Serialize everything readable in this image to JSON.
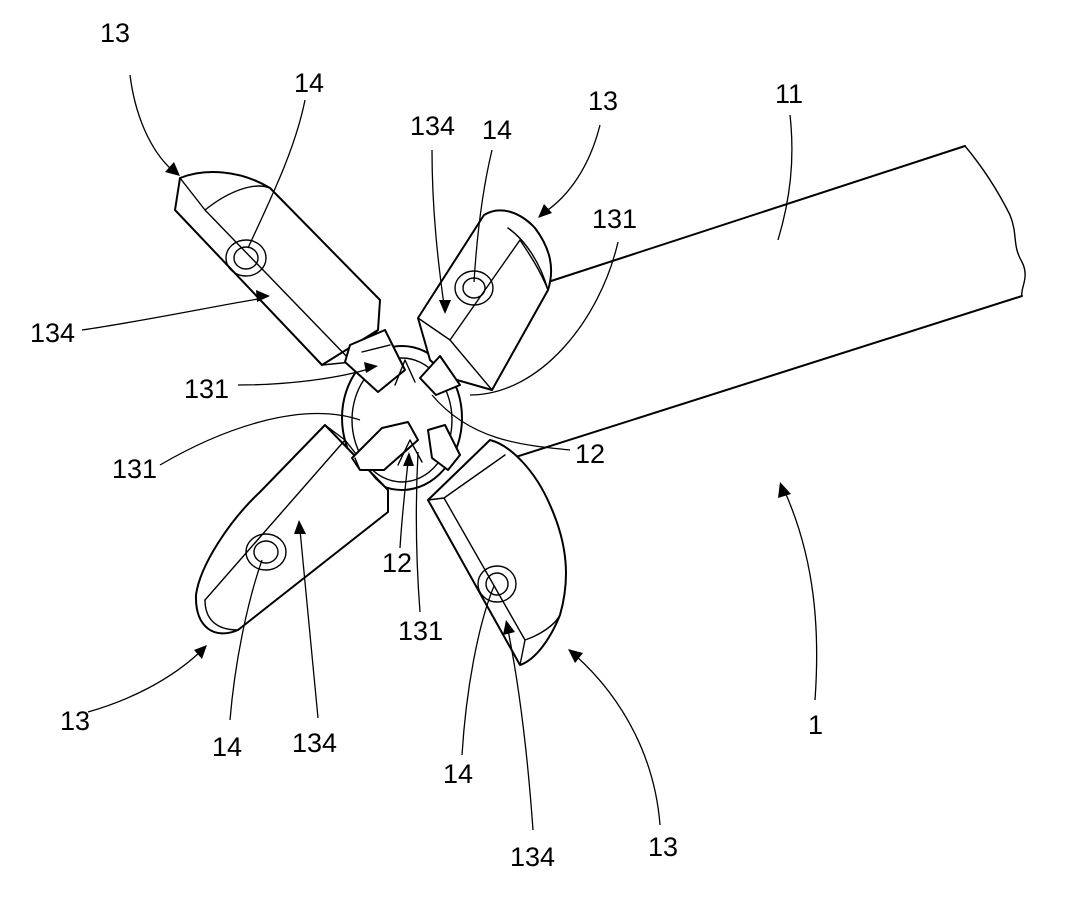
{
  "labels": {
    "tube": "11",
    "assembly": "1",
    "ring": "12",
    "jaw": "13",
    "hinge": "131",
    "face": "134",
    "pin": "14"
  },
  "colors": {
    "ink": "#000000",
    "paper": "#ffffff"
  }
}
